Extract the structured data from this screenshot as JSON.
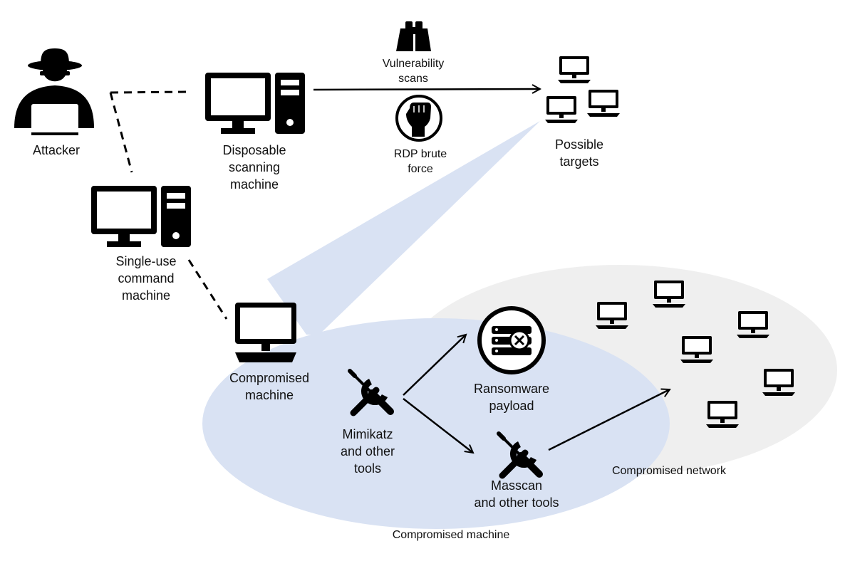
{
  "colors": {
    "ink": "#000000",
    "compromised_machine_region": "#d9e2f3",
    "compromised_network_region": "#efefef"
  },
  "nodes": {
    "attacker": {
      "label": "Attacker",
      "icon": "hacker-icon"
    },
    "scanning_machine": {
      "label": "Disposable\nscanning\nmachine",
      "icon": "desktop-computer-icon"
    },
    "command_machine": {
      "label": "Single-use\ncommand\nmachine",
      "icon": "desktop-computer-icon"
    },
    "possible_targets": {
      "label": "Possible\ntargets",
      "icon": "networked-computers-icon"
    },
    "compromised_machine": {
      "label": "Compromised\nmachine",
      "icon": "monitor-icon"
    },
    "mimikatz": {
      "label": "Mimikatz\nand other\ntools",
      "icon": "tools-icon"
    },
    "ransomware": {
      "label": "Ransomware\npayload",
      "icon": "server-x-icon"
    },
    "masscan": {
      "label": "Masscan\nand other tools",
      "icon": "tools-icon"
    }
  },
  "actions": {
    "vulnerability_scans": {
      "label": "Vulnerability\nscans",
      "icon": "binoculars-icon"
    },
    "rdp_brute_force": {
      "label": "RDP brute\nforce",
      "icon": "fist-icon"
    }
  },
  "regions": {
    "compromised_network": "Compromised network",
    "compromised_machine": "Compromised machine"
  }
}
